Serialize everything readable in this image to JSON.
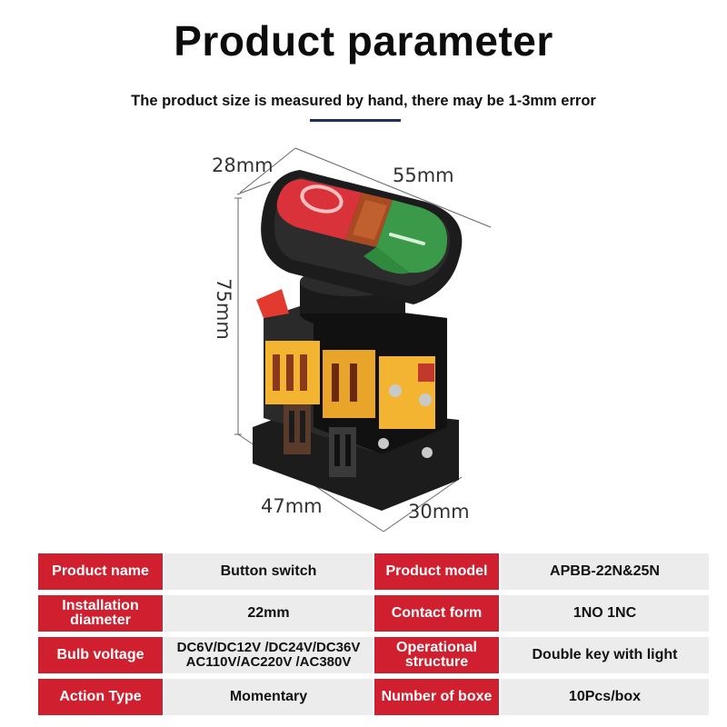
{
  "header": {
    "title": "Product parameter",
    "subtitle": "The product size is measured by hand, there may be 1-3mm error"
  },
  "dimensions": {
    "depth_top": "28mm",
    "width_top": "55mm",
    "height": "75mm",
    "base_width": "47mm",
    "base_depth": "30mm"
  },
  "product_image": {
    "buttons": [
      "O",
      "I"
    ],
    "button_colors": {
      "off": "#d9323a",
      "on": "#3a9a4a",
      "lamp": "#a84a22"
    },
    "housing_color": "#1c1c1c",
    "terminal_color": "#f2b431"
  },
  "params": {
    "rows": [
      {
        "label1": "Product name",
        "value1": "Button switch",
        "label2": "Product model",
        "value2": "APBB-22N&25N"
      },
      {
        "label1": "Installation diameter",
        "value1": "22mm",
        "label2": "Contact form",
        "value2": "1NO 1NC"
      },
      {
        "label1": "Bulb voltage",
        "value1": "DC6V/DC12V /DC24V/DC36V AC110V/AC220V /AC380V",
        "label2": "Operational structure",
        "value2": "Double key with light"
      },
      {
        "label1": "Action Type",
        "value1": "Momentary",
        "label2": "Number of boxe",
        "value2": "10Pcs/box"
      }
    ]
  },
  "colors": {
    "label_bg": "#d01f2e",
    "value_bg": "#ececec",
    "accent_line": "#1f2f5a"
  }
}
